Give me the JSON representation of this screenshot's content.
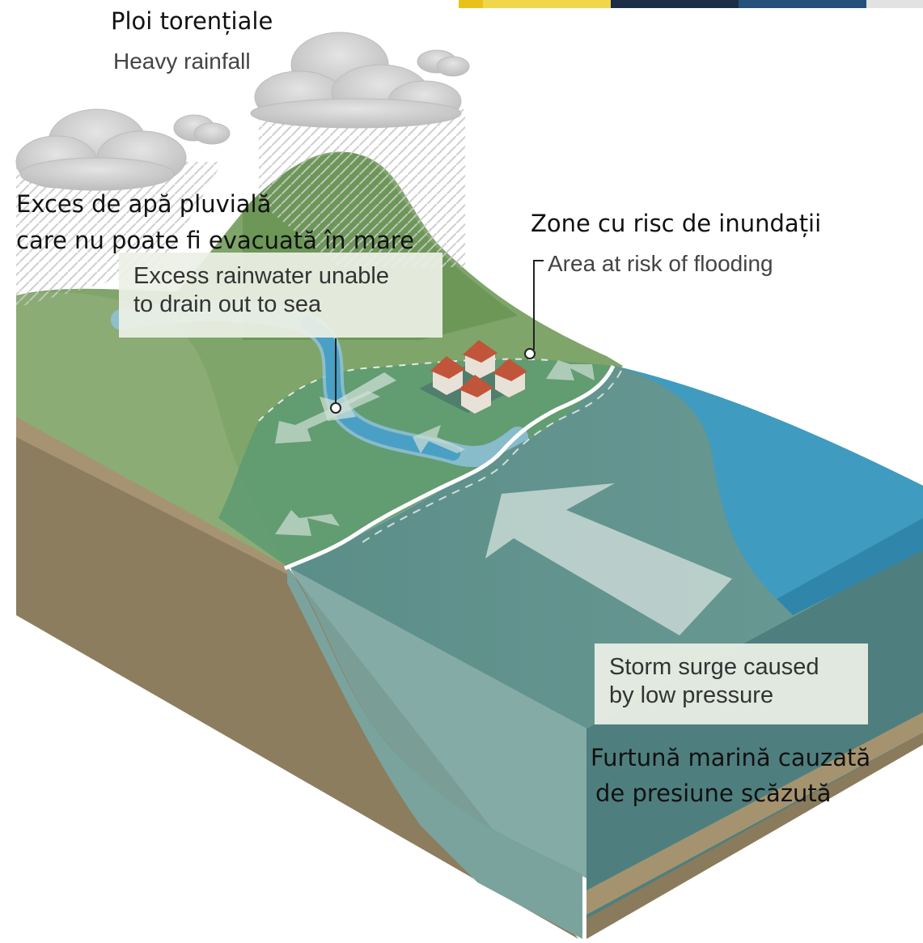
{
  "labels": {
    "heavy_rain_ro": "Ploi torențiale",
    "heavy_rain_en": "Heavy rainfall",
    "excess_ro_line1": "Exces de apă pluvială",
    "excess_ro_line2": "care nu poate fi evacuată în mare",
    "excess_en_line1": "Excess rainwater unable",
    "excess_en_line2": "to drain out to sea",
    "flood_ro": "Zone cu risc de inundații",
    "flood_en": "Area at risk of flooding",
    "surge_en_line1": "Storm surge caused",
    "surge_en_line2": "by low pressure",
    "surge_ro_line1": "Furtună marină cauzată",
    "surge_ro_line2": "de presiune scăzută"
  },
  "colors": {
    "strip": [
      "#e8c21a",
      "#f2d64a",
      "#1b2e45",
      "#24507a",
      "#e2e2e2"
    ],
    "land_green": "#6f9e62",
    "flood_green": "#5e9a73",
    "sea_teal": "#5f8f8c",
    "deep_sea": "#2f8fb3",
    "soil": "#8c7d5e"
  }
}
